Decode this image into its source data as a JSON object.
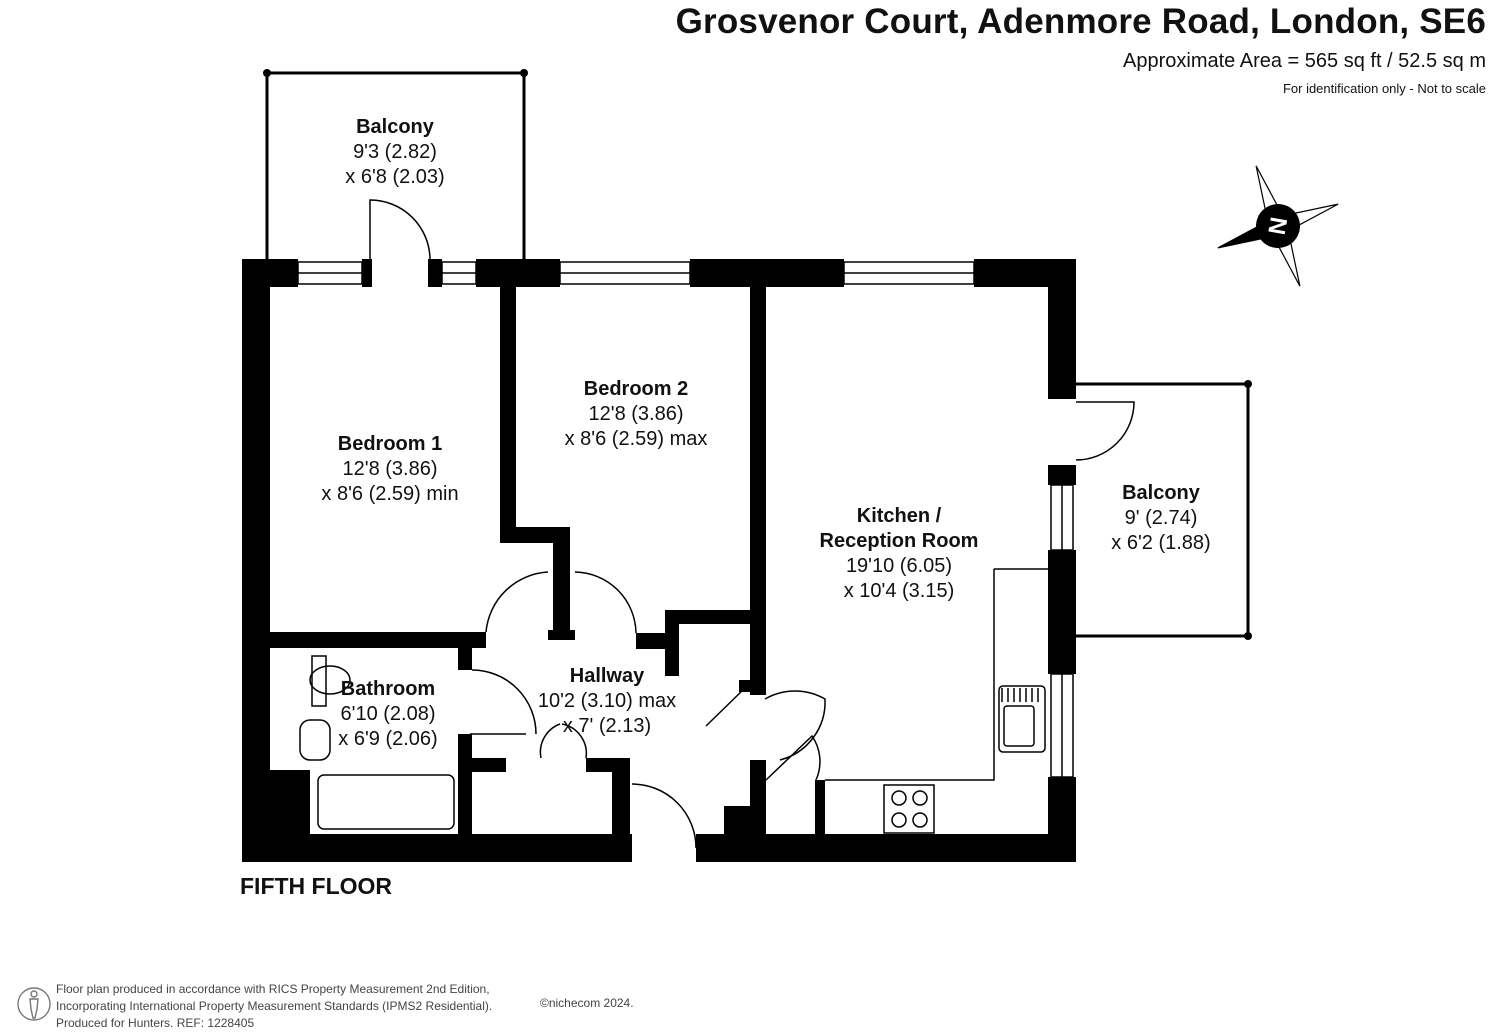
{
  "header": {
    "title": "Grosvenor Court, Adenmore Road, London, SE6",
    "area": "Approximate Area = 565 sq ft / 52.5 sq m",
    "note": "For identification only - Not to scale"
  },
  "rooms": [
    {
      "name": "Balcony",
      "dim1": "9'3 (2.82)",
      "dim2": "x 6'8 (2.03)"
    },
    {
      "name": "Bedroom 2",
      "dim1": "12'8 (3.86)",
      "dim2": "x 8'6 (2.59) max"
    },
    {
      "name": "Bedroom 1",
      "dim1": "12'8 (3.86)",
      "dim2": "x 8'6 (2.59) min"
    },
    {
      "name": "Balcony",
      "dim1": "9' (2.74)",
      "dim2": "x 6'2 (1.88)"
    },
    {
      "name": "Kitchen /",
      "name2": "Reception Room",
      "dim1": "19'10 (6.05)",
      "dim2": "x 10'4 (3.15)"
    },
    {
      "name": "Hallway",
      "dim1": "10'2 (3.10) max",
      "dim2": "x 7' (2.13)"
    },
    {
      "name": "Bathroom",
      "dim1": "6'10 (2.08)",
      "dim2": "x 6'9 (2.06)"
    }
  ],
  "floor_label": "FIFTH FLOOR",
  "compass": {
    "letter": "N",
    "icon": "compass-icon"
  },
  "footer": {
    "line1": "Floor plan produced in accordance with RICS Property Measurement 2nd Edition,",
    "line2": "Incorporating International Property Measurement Standards (IPMS2 Residential).",
    "line3": "Produced for Hunters.   REF: 1228405",
    "credit": "©nichecom 2024.",
    "icon": "person-icon"
  }
}
